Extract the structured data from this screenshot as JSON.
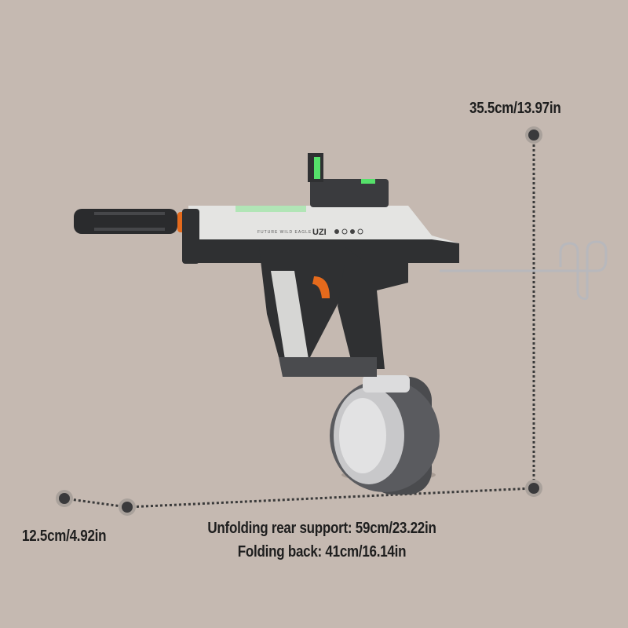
{
  "dimensions": {
    "height": "35.5cm/13.97in",
    "width": "12.5cm/4.92in",
    "length_unfolded": "Unfolding rear support: 59cm/23.22in",
    "length_folded": "Folding back: 41cm/16.14in"
  },
  "product": {
    "side_text": "FUTURE WILD EAGLE",
    "model_badge": "UZI"
  },
  "colors": {
    "background": "#c5b9b1",
    "body_white": "#e4e4e2",
    "body_dark": "#2f3032",
    "accent_orange": "#e56a1c",
    "accent_green": "#55e06a"
  }
}
